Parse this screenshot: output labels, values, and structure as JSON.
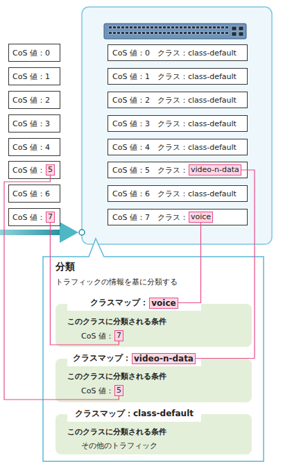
{
  "diagram": {
    "nodes": [
      {
        "text": [
          "CoS 値：0"
        ]
      },
      {
        "text": [
          "CoS 値：1"
        ]
      },
      {
        "text": [
          "CoS 値：2"
        ]
      },
      {
        "text": [
          "CoS 値：3"
        ]
      },
      {
        "text": [
          "CoS 値：4"
        ]
      },
      {
        "text": [
          "CoS 値："
        ]
      },
      {
        "text": [
          "5"
        ],
        "in": 5
      },
      {
        "text": [
          "CoS 値：6"
        ]
      },
      {
        "text": [
          "CoS 値："
        ]
      },
      {
        "text": [
          "7"
        ],
        "in": 8
      },
      {
        "text": [
          "CoS 値：0　クラス：class-default"
        ]
      },
      {
        "text": [
          "CoS 値：1　クラス：class-default"
        ]
      },
      {
        "text": [
          "CoS 値：2　クラス：class-default"
        ]
      },
      {
        "text": [
          "CoS 値：3　クラス：class-default"
        ]
      },
      {
        "text": [
          "CoS 値：4　クラス：class-default"
        ]
      },
      {
        "text": [
          "CoS 値：5　クラス："
        ]
      },
      {
        "text": [
          "video-n-data"
        ],
        "in": 15
      },
      {
        "text": [
          "CoS 値：6　クラス：class-default"
        ]
      },
      {
        "text": [
          "CoS 値：7　クラス："
        ]
      },
      {
        "text": [
          "voice"
        ],
        "in": 18
      },
      {
        "text": [
          "分類",
          "トラフィックの情報を基に分類する"
        ]
      },
      {
        "text": [
          "このクラスに分類される条件",
          "CoS 値："
        ],
        "in": 20
      },
      {
        "text": [
          "クラスマップ："
        ],
        "in": 21
      },
      {
        "text": [
          "voice"
        ],
        "in": 22
      },
      {
        "text": [
          "7"
        ],
        "in": 21
      },
      {
        "text": [
          "このクラスに分類される条件",
          "CoS 値："
        ],
        "in": 20
      },
      {
        "text": [
          "クラスマップ："
        ],
        "in": 25
      },
      {
        "text": [
          "video-n-data"
        ],
        "in": 26
      },
      {
        "text": [
          "5"
        ],
        "in": 25
      },
      {
        "text": [
          "このクラスに分類される条件",
          "その他のトラフィック"
        ],
        "in": 20
      },
      {
        "text": [
          "クラスマップ：class-default"
        ],
        "in": 29
      }
    ],
    "edges": [
      {
        "from": 9,
        "to": 24,
        "arrow": "none"
      },
      {
        "from": 6,
        "to": 28,
        "arrow": "none"
      },
      {
        "from": 19,
        "to": 23,
        "arrow": "none"
      },
      {
        "from": 16,
        "to": 27,
        "arrow": "none"
      }
    ]
  }
}
